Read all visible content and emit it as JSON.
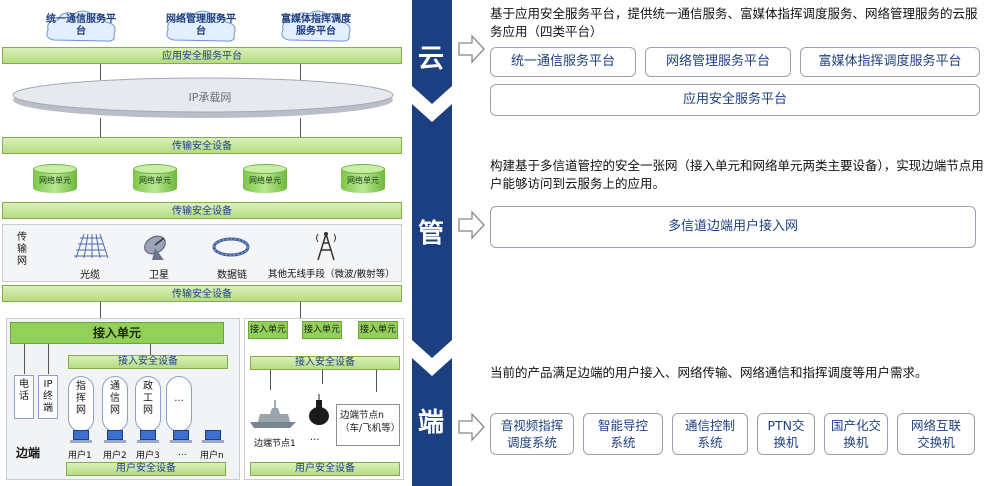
{
  "clouds": [
    "统一通信服务平台",
    "网络管理服务平台",
    "富媒体指挥调度服务平台"
  ],
  "left": {
    "app_security_platform": "应用安全服务平台",
    "ip_network": "IP承载网",
    "transport_security_1": "传输安全设备",
    "network_unit": "网络单元",
    "transport_security_2": "传输安全设备",
    "transport_header": "传输网",
    "transport_methods": [
      "光缆",
      "卫星",
      "数据链",
      "其他无线手段（微波/散射等）"
    ],
    "transport_security_3": "传输安全设备",
    "access_unit": "接入单元",
    "access_security_left": "接入安全设备",
    "phone": "电话",
    "ip_terminal": "IP终端",
    "pill_items": [
      "指挥网",
      "通信网",
      "政工网",
      "..."
    ],
    "users": [
      "用户1",
      "用户2",
      "用户3",
      "...",
      "用户n"
    ],
    "edge_label": "边端",
    "user_security_left": "用户安全设备",
    "access_unit_small": "接入单元",
    "access_security_right": "接入安全设备",
    "edge_node_1": "边端节点1",
    "edge_node_dots": "...",
    "edge_node_n": "边端节点n（车/飞机等）",
    "user_security_right": "用户安全设备"
  },
  "band": {
    "cloud": "云",
    "pipe": "管",
    "end": "端"
  },
  "right": {
    "cloud_desc": "基于应用安全服务平台，提供统一通信服务、富媒体指挥调度服务、网络管理服务的云服务应用（四类平台）",
    "cloud_boxes": [
      "统一通信服务平台",
      "网络管理服务平台",
      "富媒体指挥调度服务平台"
    ],
    "cloud_wide_box": "应用安全服务平台",
    "pipe_desc": "构建基于多信道管控的安全一张网（接入单元和网络单元两类主要设备），实现边端节点用户能够访问到云服务上的应用。",
    "pipe_box": "多信道边端用户接入网",
    "end_desc": "当前的产品满足边端的用户接入、网络传输、网络通信和指挥调度等用户需求。",
    "end_boxes": [
      "音视频指挥调度系统",
      "智能导控系统",
      "通信控制系统",
      "PTN交换机",
      "国产化交换机",
      "网络互联交换机"
    ]
  },
  "colors": {
    "band_blue": "#1c3f82",
    "green_bar": "#b6dc83",
    "access_green": "#93d05a"
  }
}
